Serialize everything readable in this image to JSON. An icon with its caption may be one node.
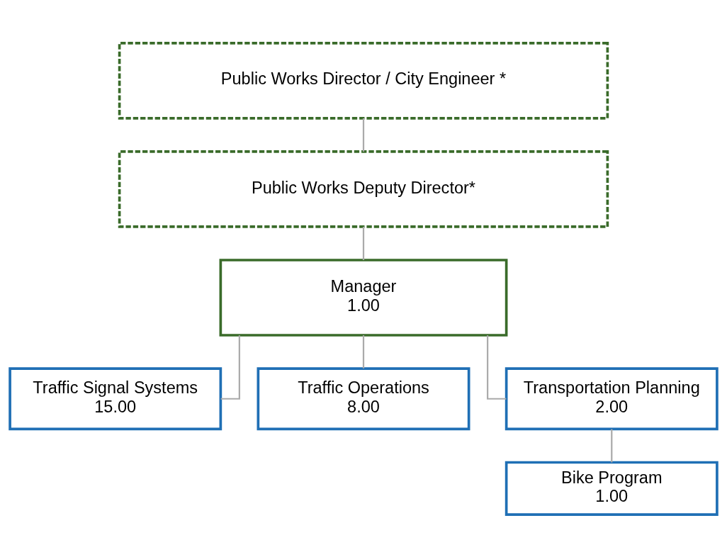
{
  "diagram": {
    "nodes": [
      {
        "text": [
          "Public Works Director / City Engineer *"
        ]
      },
      {
        "text": [
          "Public Works Deputy Director*"
        ]
      },
      {
        "text": [
          "Manager",
          "1.00"
        ]
      },
      {
        "text": [
          "Traffic Signal Systems",
          "15.00"
        ]
      },
      {
        "text": [
          "Traffic Operations",
          "8.00"
        ]
      },
      {
        "text": [
          "Transportation Planning",
          "2.00"
        ]
      },
      {
        "text": [
          "Bike Program",
          "1.00"
        ]
      }
    ],
    "edges": [
      {
        "from": 0,
        "to": 1,
        "arrow": "none"
      },
      {
        "from": 1,
        "to": 2,
        "arrow": "none"
      },
      {
        "from": 2,
        "to": 3,
        "arrow": "none"
      },
      {
        "from": 2,
        "to": 4,
        "arrow": "none"
      },
      {
        "from": 2,
        "to": 5,
        "arrow": "none"
      },
      {
        "from": 5,
        "to": 6,
        "arrow": "none"
      }
    ]
  }
}
